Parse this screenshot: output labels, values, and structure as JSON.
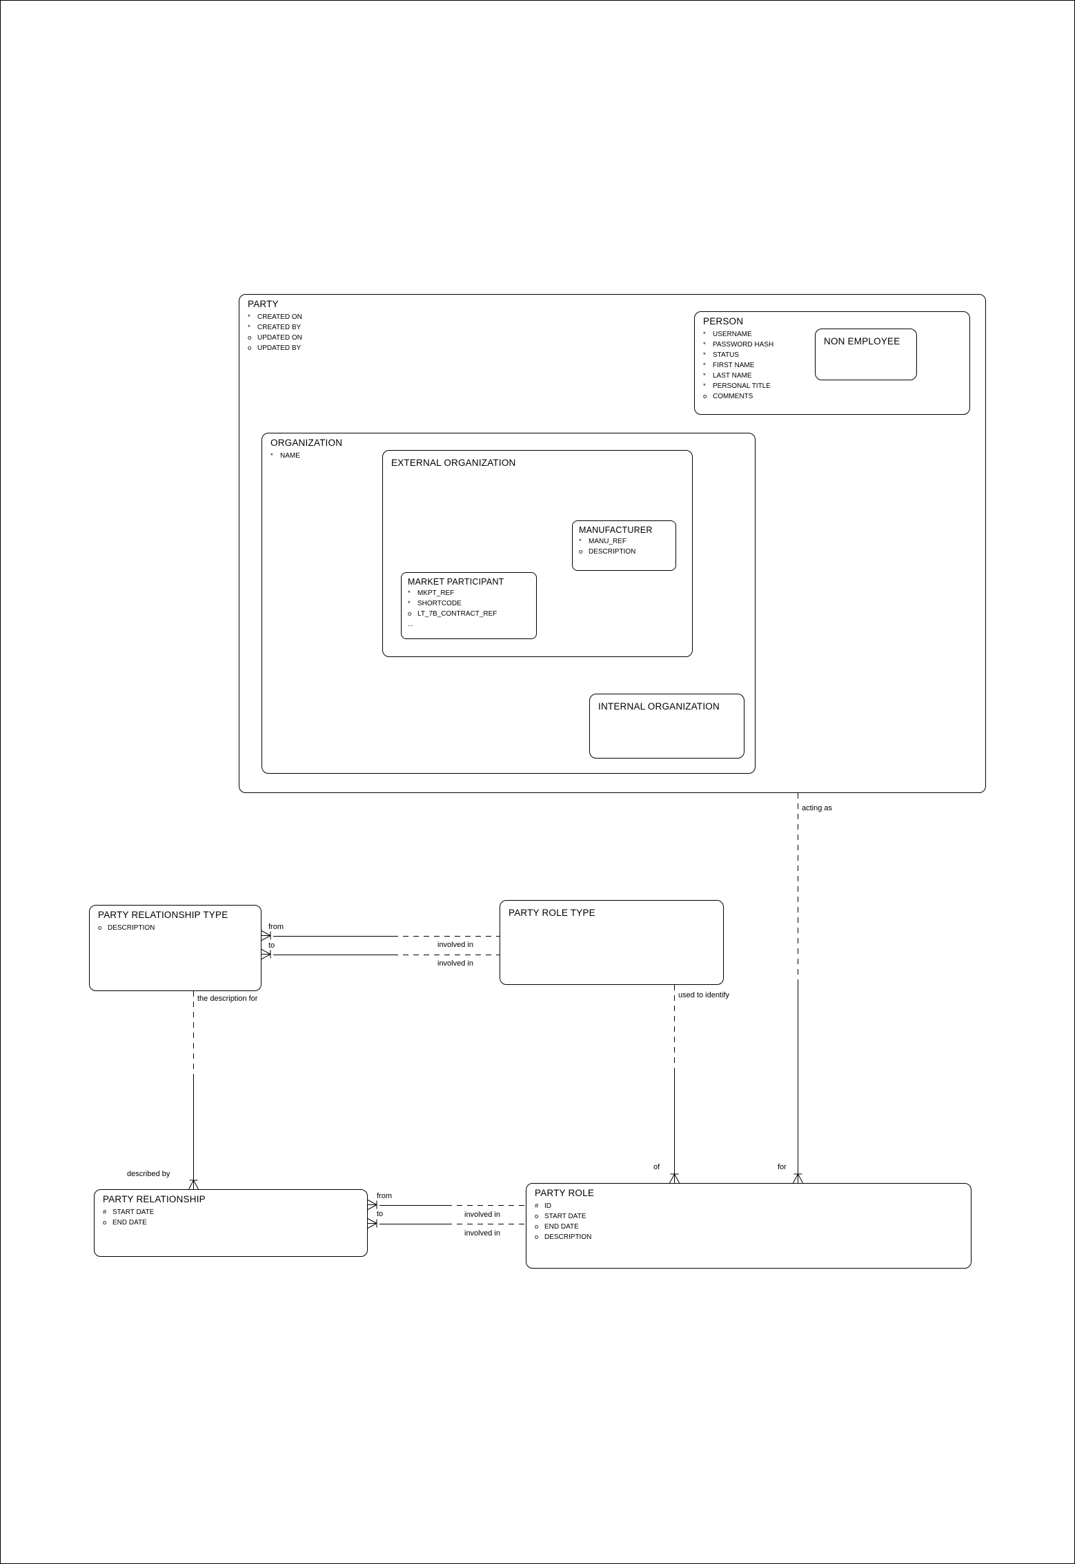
{
  "diagram": {
    "entities": {
      "party": {
        "title": "PARTY",
        "attrs": [
          {
            "m": "*",
            "t": "CREATED ON"
          },
          {
            "m": "*",
            "t": "CREATED BY"
          },
          {
            "m": "o",
            "t": "UPDATED ON"
          },
          {
            "m": "o",
            "t": "UPDATED BY"
          }
        ]
      },
      "person": {
        "title": "PERSON",
        "attrs": [
          {
            "m": "*",
            "t": "USERNAME"
          },
          {
            "m": "*",
            "t": "PASSWORD HASH"
          },
          {
            "m": "*",
            "t": "STATUS"
          },
          {
            "m": "*",
            "t": "FIRST NAME"
          },
          {
            "m": "*",
            "t": "LAST NAME"
          },
          {
            "m": "*",
            "t": "PERSONAL TITLE"
          },
          {
            "m": "o",
            "t": "COMMENTS"
          }
        ]
      },
      "non_employee": {
        "title": "NON EMPLOYEE"
      },
      "organization": {
        "title": "ORGANIZATION",
        "attrs": [
          {
            "m": "*",
            "t": "NAME"
          }
        ]
      },
      "external_organization": {
        "title": "EXTERNAL ORGANIZATION"
      },
      "manufacturer": {
        "title": "MANUFACTURER",
        "attrs": [
          {
            "m": "*",
            "t": "MANU_REF"
          },
          {
            "m": "o",
            "t": "DESCRIPTION"
          }
        ]
      },
      "market_participant": {
        "title": "MARKET PARTICIPANT",
        "attrs": [
          {
            "m": "*",
            "t": "MKPT_REF"
          },
          {
            "m": "*",
            "t": "SHORTCODE"
          },
          {
            "m": "o",
            "t": "LT_7B_CONTRACT_REF"
          },
          {
            "m": "...",
            "t": ""
          }
        ]
      },
      "internal_organization": {
        "title": "INTERNAL ORGANIZATION"
      },
      "party_relationship_type": {
        "title": "PARTY RELATIONSHIP TYPE",
        "attrs": [
          {
            "m": "o",
            "t": "DESCRIPTION"
          }
        ]
      },
      "party_role_type": {
        "title": "PARTY ROLE TYPE"
      },
      "party_relationship": {
        "title": "PARTY RELATIONSHIP",
        "attrs": [
          {
            "m": "#",
            "t": "START DATE"
          },
          {
            "m": "o",
            "t": "END DATE"
          }
        ]
      },
      "party_role": {
        "title": "PARTY ROLE",
        "attrs": [
          {
            "m": "#",
            "t": "ID"
          },
          {
            "m": "o",
            "t": "START DATE"
          },
          {
            "m": "o",
            "t": "END DATE"
          },
          {
            "m": "o",
            "t": "DESCRIPTION"
          }
        ]
      }
    },
    "relationships": {
      "acting_as": {
        "label": "acting as",
        "end_label": "for"
      },
      "used_to_identify": {
        "label": "used to identify",
        "end_label": "of"
      },
      "description_for": {
        "label": "the description for",
        "end_label": "described by"
      },
      "type_pair": {
        "from": "from",
        "to": "to",
        "involved_in_1": "involved in",
        "involved_in_2": "involved in"
      },
      "role_pair": {
        "from": "from",
        "to": "to",
        "involved_in_1": "involved in",
        "involved_in_2": "involved in"
      }
    },
    "colors": {
      "line": "#000000",
      "background": "#ffffff"
    }
  }
}
